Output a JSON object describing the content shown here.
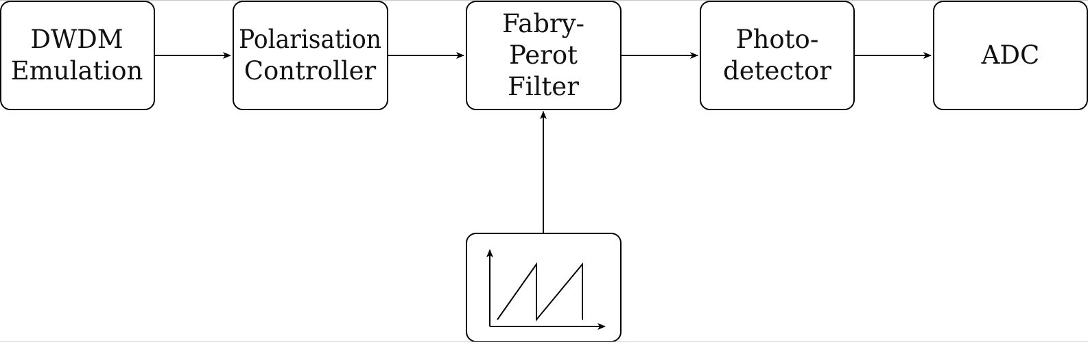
{
  "diagram": {
    "blocks": [
      {
        "id": "dwdm",
        "lines": [
          "DWDM",
          "Emulation"
        ]
      },
      {
        "id": "polarisation",
        "lines": [
          "Polarisation",
          "Controller"
        ]
      },
      {
        "id": "fabry-perot",
        "lines": [
          "Fabry-",
          "Perot",
          "Filter"
        ]
      },
      {
        "id": "photodetector",
        "lines": [
          "Photo-",
          "detector"
        ]
      },
      {
        "id": "adc",
        "lines": [
          "ADC"
        ]
      }
    ],
    "connections": [
      {
        "from": "dwdm",
        "to": "polarisation"
      },
      {
        "from": "polarisation",
        "to": "fabry-perot"
      },
      {
        "from": "fabry-perot",
        "to": "photodetector"
      },
      {
        "from": "photodetector",
        "to": "adc"
      },
      {
        "from": "sawtooth-generator",
        "to": "fabry-perot"
      }
    ],
    "source_block": {
      "id": "sawtooth-generator",
      "icon": "sawtooth-waveform-icon"
    }
  }
}
